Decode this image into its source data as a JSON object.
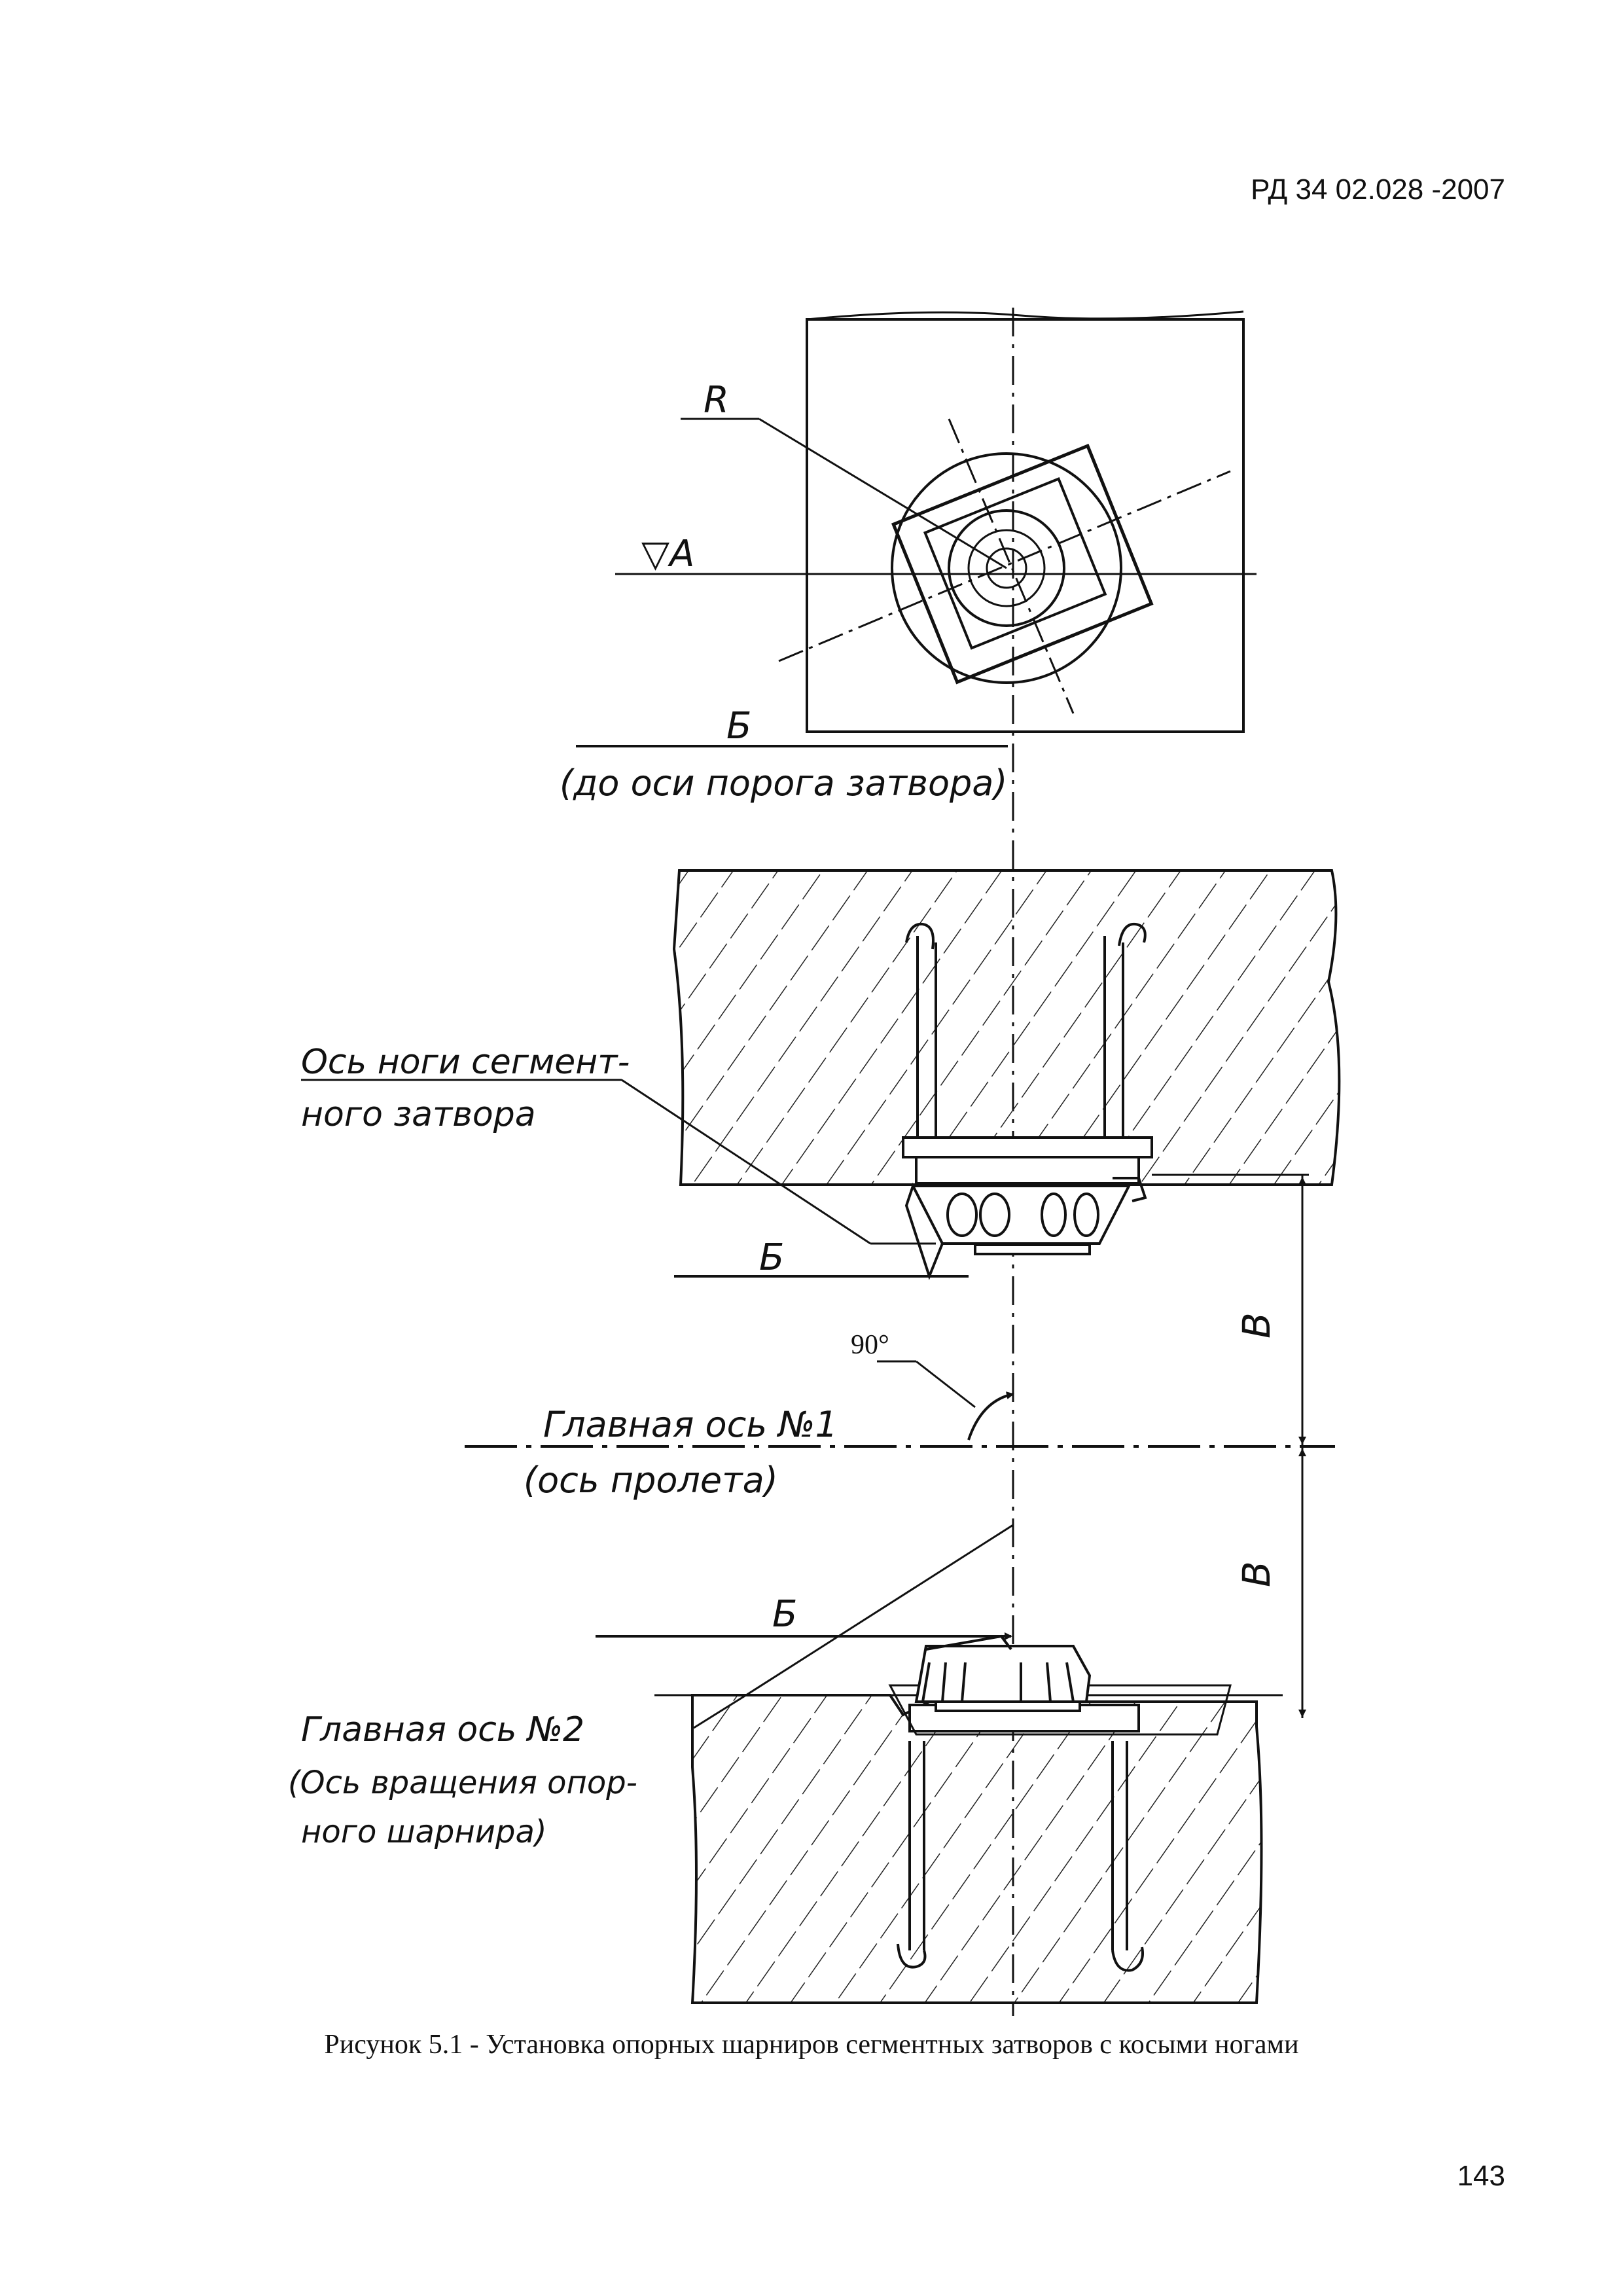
{
  "header": {
    "doc_id": "РД 34 02.028 -2007"
  },
  "labels": {
    "radius": "R",
    "level": "▽A",
    "section_mark_top": "Б",
    "section_note": "(до оси порога затвора)",
    "leg_axis_line1": "Ось ноги сегмент-",
    "leg_axis_line2": "ного затвора",
    "section_mark_mid": "Б",
    "angle": "90°",
    "main_axis_1": "Главная ось №1",
    "main_axis_1_note": "(ось пролета)",
    "section_mark_low": "Б",
    "main_axis_2": "Главная ось №2",
    "main_axis_2_note_line1": "(Ось вращения опор-",
    "main_axis_2_note_line2": "ного шарнира)",
    "dim_upper": "В",
    "dim_lower": "В"
  },
  "caption": "Рисунок 5.1 - Установка опорных шарниров сегментных затворов с косыми ногами",
  "footer": {
    "page_number": "143"
  }
}
